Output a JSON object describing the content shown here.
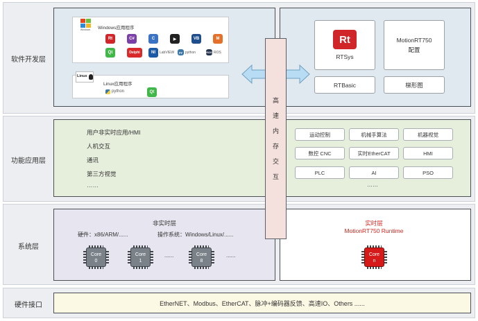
{
  "layers": {
    "software": "软件开发层",
    "function": "功能应用层",
    "system": "系统层",
    "hardware": "硬件接口"
  },
  "software_left": {
    "windows": {
      "title": "Windows应用程序",
      "logo_caption": "Windows",
      "apps": [
        {
          "label": "Rt",
          "color": "#d0262a"
        },
        {
          "label": "C#",
          "color": "#7b3fa8"
        },
        {
          "label": "C",
          "color": "#3a73c4"
        },
        {
          "label": "▶",
          "color": "#222222"
        },
        {
          "label": "VB",
          "color": "#1f4e8c"
        },
        {
          "label": "M",
          "color": "#e4702a"
        },
        {
          "label": "Qt",
          "color": "#41b649"
        },
        {
          "label": "Delphi",
          "color": "#d82a2a"
        },
        {
          "label": "NI",
          "color": "#1c5aa6"
        },
        {
          "label": "py",
          "color": "#3b77a8"
        },
        {
          "label": "ROS",
          "color": "#22314e"
        }
      ],
      "captions": {
        "labview": "LabVIEW",
        "python": "python",
        "ros": "ROS"
      }
    },
    "linux": {
      "title": "Linux应用程序",
      "logo_caption": "Linux",
      "python": "python",
      "qt": "Qt"
    }
  },
  "software_right": {
    "rtsys_logo": "Rt",
    "rtsys": "RTSys",
    "motionrt_line1": "MotionRT750",
    "motionrt_line2": "配置",
    "rtbasic": "RTBasic",
    "ladder": "梯形图"
  },
  "memory_bar": {
    "chars": [
      "高",
      "速",
      "内",
      "存",
      "交",
      "互"
    ]
  },
  "function_left": {
    "items": [
      "用户非实时应用/HMI",
      "人机交互",
      "通讯",
      "第三方视觉",
      "……"
    ]
  },
  "function_right": {
    "boxes": [
      "运动控制",
      "机械手算法",
      "机器视觉",
      "数控 CNC",
      "实时EtherCAT",
      "HMI",
      "PLC",
      "AI",
      "PSO"
    ],
    "dots": "……"
  },
  "system_left": {
    "title": "非实时层",
    "hardware": "硬件：x86/ARM/......",
    "os": "操作系统：Windows/Linux/......",
    "cores": [
      {
        "line1": "Core",
        "line2": "0"
      },
      {
        "line1": "Core",
        "line2": "1"
      },
      {
        "line1": "Core",
        "line2": "8"
      }
    ],
    "dots1": "......",
    "dots2": "......"
  },
  "system_right": {
    "title1": "实时层",
    "title2": "MotionRT750 Runtime",
    "title_color": "#d6261f",
    "core": {
      "line1": "Core",
      "line2": "n"
    }
  },
  "hardware": {
    "text": "EtherNET、Modbus、EtherCAT、脉冲+编码器反馈、高速IO、Others ......"
  }
}
